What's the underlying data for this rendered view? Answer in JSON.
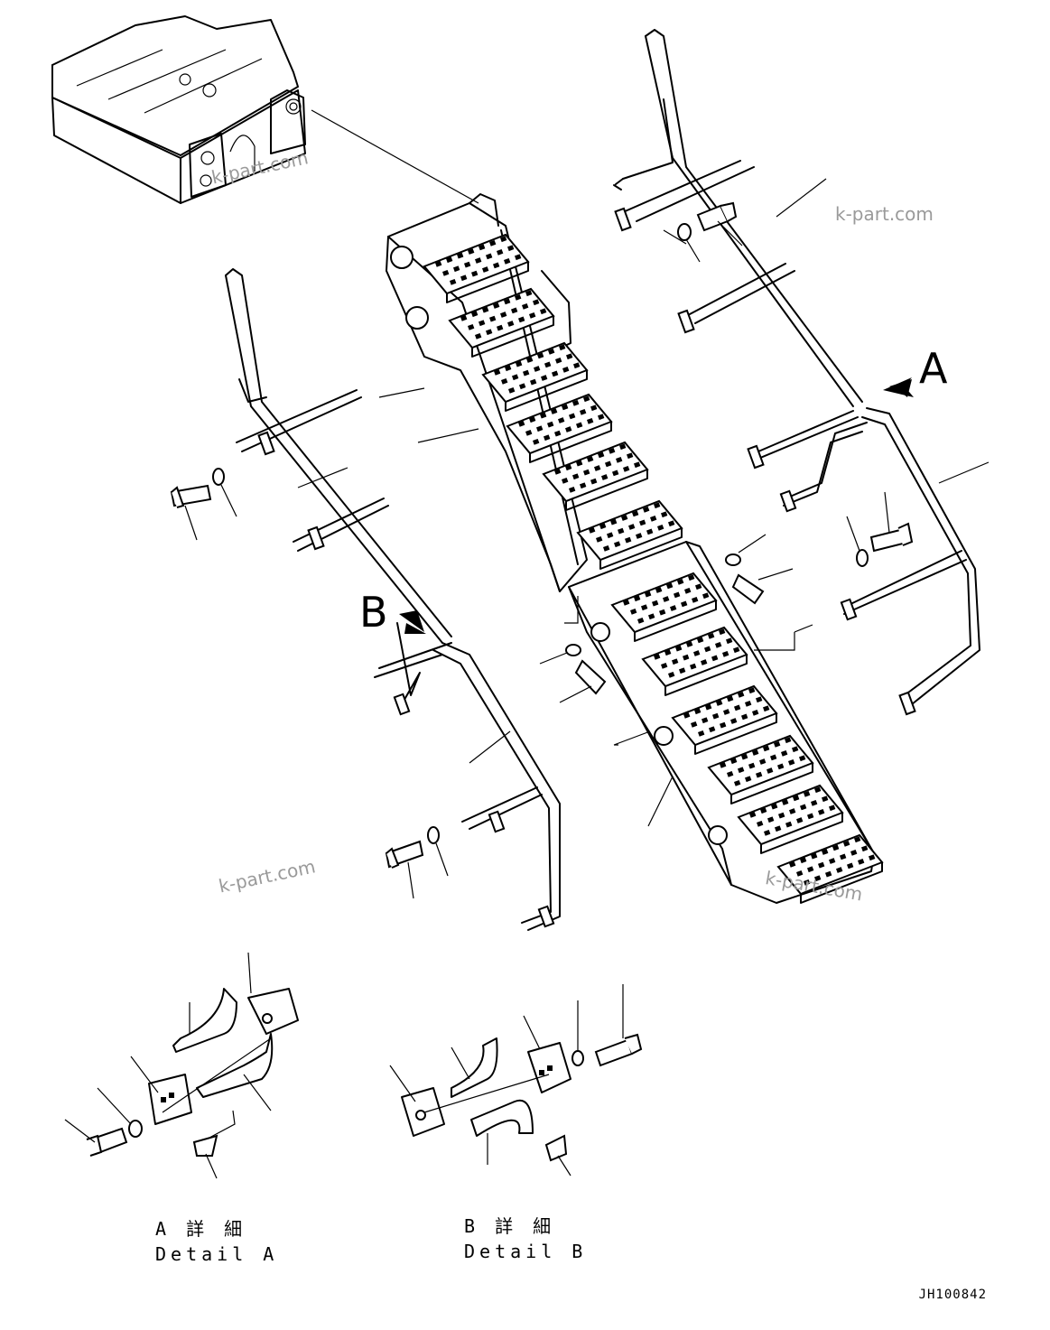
{
  "callouts": {
    "a": "A",
    "b": "B"
  },
  "watermarks": [
    "k-part.com",
    "k-part.com",
    "k-part.com",
    "k-part.com"
  ],
  "captions": {
    "detail_a_jp": "A 詳 細",
    "detail_a_en": "Detail A",
    "detail_b_jp": "B 詳 細",
    "detail_b_en": "Detail B"
  },
  "drawing_number": "JH100842"
}
